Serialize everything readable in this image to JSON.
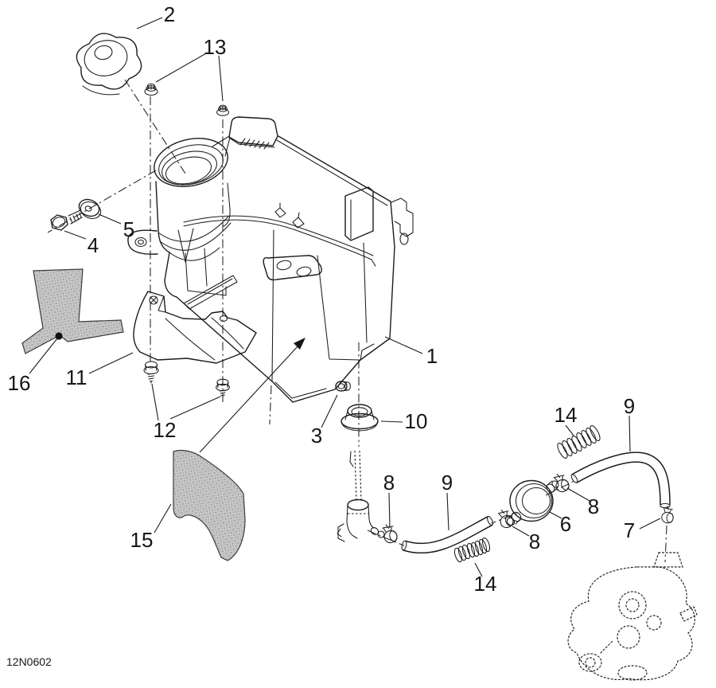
{
  "drawing": {
    "code": "12N0602",
    "background_color": "#ffffff",
    "line_color": "#1c1c1c",
    "pad_fill_color": "#c6c6c6",
    "locator_dot_color": "#111111"
  },
  "callouts": [
    {
      "text": "2"
    },
    {
      "text": "13"
    },
    {
      "text": "5"
    },
    {
      "text": "4"
    },
    {
      "text": "1"
    },
    {
      "text": "16"
    },
    {
      "text": "11"
    },
    {
      "text": "12"
    },
    {
      "text": "3"
    },
    {
      "text": "10"
    },
    {
      "text": "15"
    },
    {
      "text": "8"
    },
    {
      "text": "9"
    },
    {
      "text": "14"
    },
    {
      "text": "9"
    },
    {
      "text": "8"
    },
    {
      "text": "6"
    },
    {
      "text": "7"
    },
    {
      "text": "14"
    },
    {
      "text": "8"
    }
  ]
}
